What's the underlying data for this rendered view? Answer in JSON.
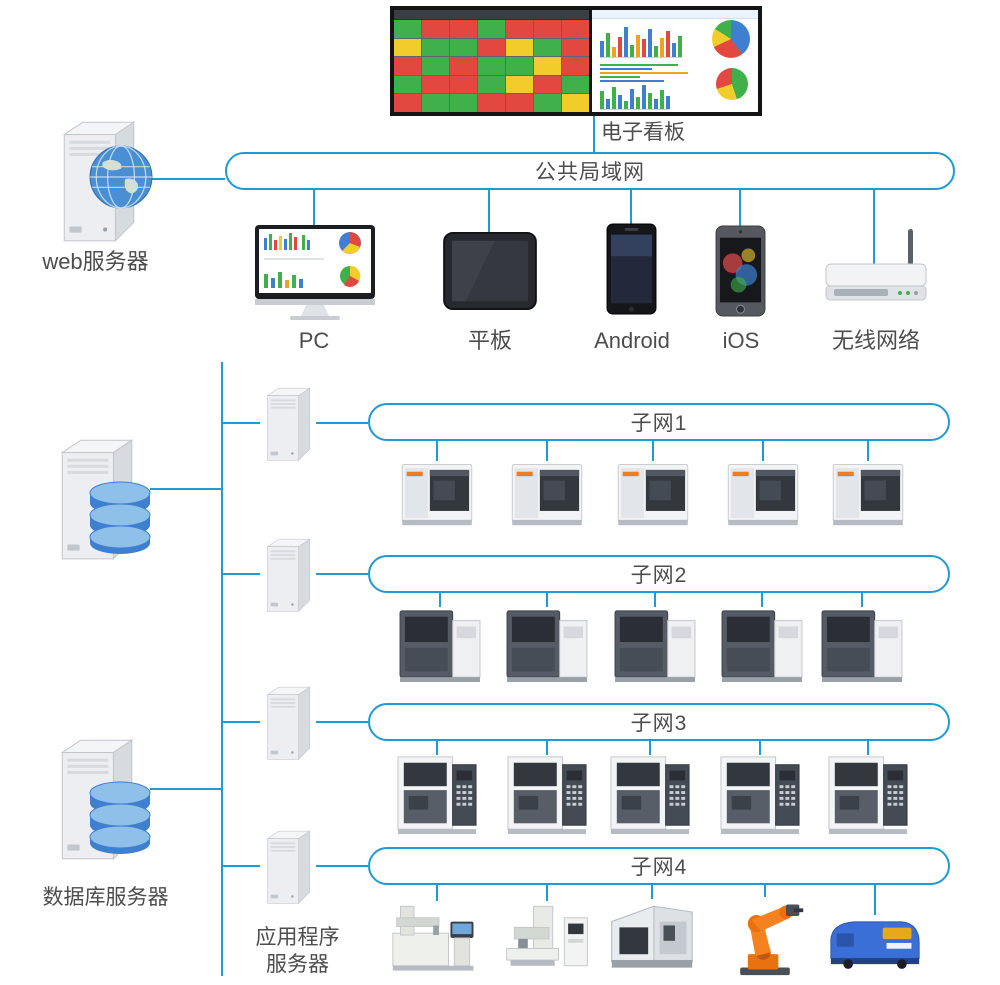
{
  "colors": {
    "line": "#1e9ad6",
    "text": "#4d4d4d",
    "robot_orange": "#f0760c",
    "agv_blue": "#3a6fd8",
    "database_blue": "#3f7fd0"
  },
  "header": {
    "dashboard_label": "电子看板",
    "lan_label": "公共局域网"
  },
  "web_server": {
    "label": "web服务器"
  },
  "database_server": {
    "label": "数据库服务器"
  },
  "app_server": {
    "line1": "应用程序",
    "line2": "服务器"
  },
  "devices": [
    {
      "label": "PC"
    },
    {
      "label": "平板"
    },
    {
      "label": "Android"
    },
    {
      "label": "iOS"
    },
    {
      "label": "无线网络"
    }
  ],
  "subnets": [
    {
      "label": "子网1",
      "machine_count": 5
    },
    {
      "label": "子网2",
      "machine_count": 5
    },
    {
      "label": "子网3",
      "machine_count": 5
    },
    {
      "label": "子网4",
      "machine_count": 5
    }
  ],
  "icons": {
    "web_server": "server-tower-with-globe",
    "database_server": "server-tower-with-database",
    "app_server": "server-tower",
    "pc": "desktop-monitor",
    "tablet": "tablet",
    "android": "android-phone",
    "ios": "iphone",
    "wireless": "wifi-router",
    "subnet1_machine": "cnc-machine",
    "subnet2_machine": "cnc-machine",
    "subnet3_machine": "cnc-machine",
    "subnet4_machines": [
      "wire-edm-machine",
      "grinding-machine",
      "machining-center",
      "robot-arm",
      "agv-vehicle"
    ]
  },
  "dashboard": {
    "tile_colors": {
      "R": "#e2483f",
      "G": "#3fb04a",
      "Y": "#f0cd2a",
      "W": "#ffffff"
    },
    "tile_pattern": "GRRGRRRYGGRYGRRGRGGYRGRRGYRGRGGRRGY",
    "bars1": [
      16,
      24,
      10,
      20,
      30,
      12,
      22,
      18,
      28,
      11,
      19,
      26,
      14,
      21
    ],
    "bar_colors1": [
      "#3f7fd0",
      "#3fb04a",
      "#f0a11e",
      "#e2483f"
    ],
    "bars2": [
      18,
      10,
      22,
      14,
      8,
      20,
      12,
      24,
      16,
      10,
      19,
      13
    ],
    "bar_colors2": [
      "#3fb04a",
      "#3f7fd0"
    ],
    "hbars": [
      78,
      52,
      88,
      40,
      64
    ],
    "hbar_colors": [
      "#3fb04a",
      "#3f7fd0",
      "#f0a11e"
    ],
    "pie1": "conic-gradient(#3f7fd0 0 40%, #e2483f 40% 68%, #f0cd2a 68% 84%, #3fb04a 84% 100%)",
    "pie2": "conic-gradient(#3fb04a 0 45%, #f0cd2a 45% 70%, #e2483f 70% 100%)"
  }
}
